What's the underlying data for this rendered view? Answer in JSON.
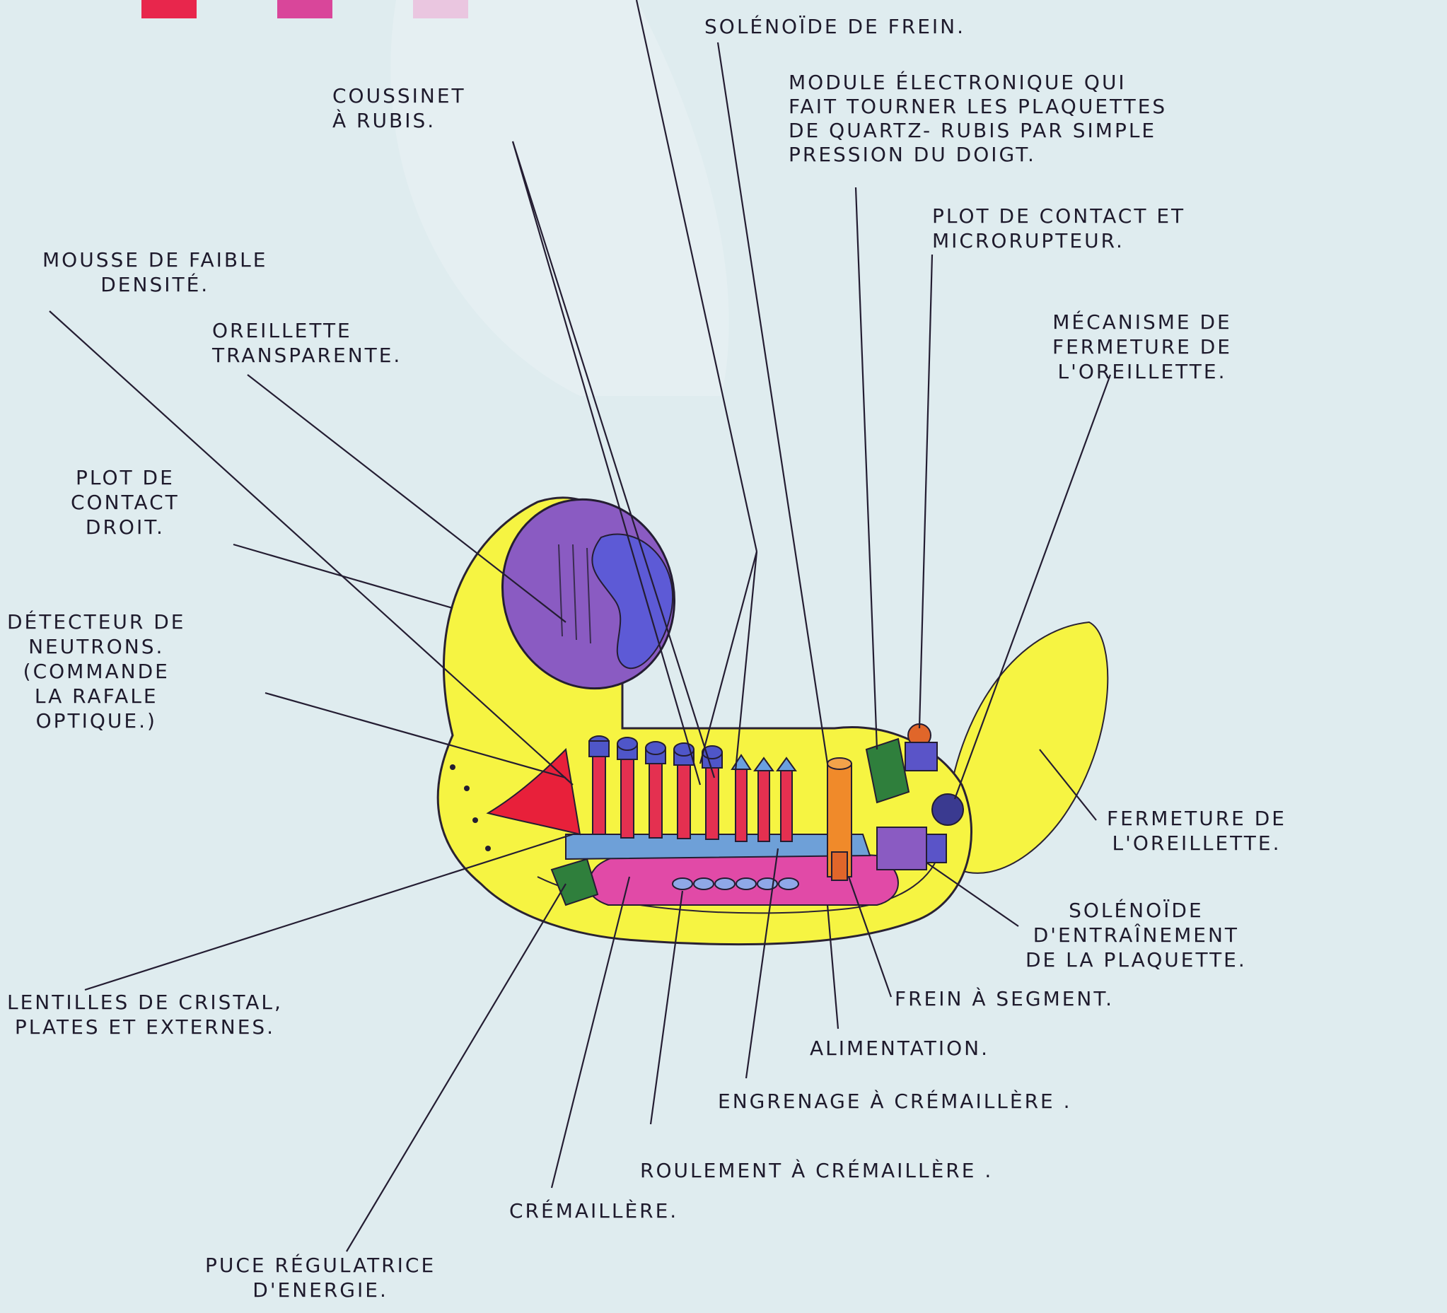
{
  "swatches": [
    {
      "name": "red",
      "color": "#e8264c"
    },
    {
      "name": "magenta",
      "color": "#d9469a"
    },
    {
      "name": "pink",
      "color": "#ea86c4"
    }
  ],
  "colors": {
    "background": "#dfecef",
    "body": "#f6f442",
    "ear": "#8a5bc2",
    "ear_inner": "#5d5ad6",
    "rod": "#e43050",
    "cap": "#4f56c9",
    "rail": "#e14aa7",
    "chip": "#2f7f3c",
    "leader": "#241d32"
  },
  "labels": {
    "solenoide_frein": "SOLÉNOÏDE DE FREIN.",
    "coussinet": "COUSSINET\nÀ RUBIS.",
    "module": "MODULE ÉLECTRONIQUE QUI\nFAIT TOURNER LES PLAQUETTES\nDE QUARTZ- RUBIS PAR SIMPLE\nPRESSION DU DOIGT.",
    "plot_contact_micro": "PLOT DE CONTACT ET\nMICRORUPTEUR.",
    "mousse": "MOUSSE DE FAIBLE\nDENSITÉ.",
    "oreillette_transparente": "OREILLETTE\nTRANSPARENTE.",
    "mecanisme": "MÉCANISME DE\nFERMETURE DE\nL'OREILLETTE.",
    "plot_droit": "PLOT DE\nCONTACT\nDROIT.",
    "detecteur": "DÉTECTEUR DE\nNEUTRONS.\n(COMMANDE\nLA RAFALE\nOPTIQUE.)",
    "fermeture": "FERMETURE DE\nL'OREILLETTE.",
    "solenoide_entrainement": "SOLÉNOÏDE\nD'ENTRAÎNEMENT\nDE LA PLAQUETTE.",
    "lentilles": "LENTILLES DE CRISTAL,\nPLATES ET EXTERNES.",
    "frein_segment": "FREIN À SEGMENT.",
    "alimentation": "ALIMENTATION.",
    "engrenage": "ENGRENAGE À CRÉMAILLÈRE .",
    "roulement": "ROULEMENT À CRÉMAILLÈRE .",
    "cremaillere": "CRÉMAILLÈRE.",
    "puce": "PUCE RÉGULATRICE\nD'ENERGIE."
  }
}
